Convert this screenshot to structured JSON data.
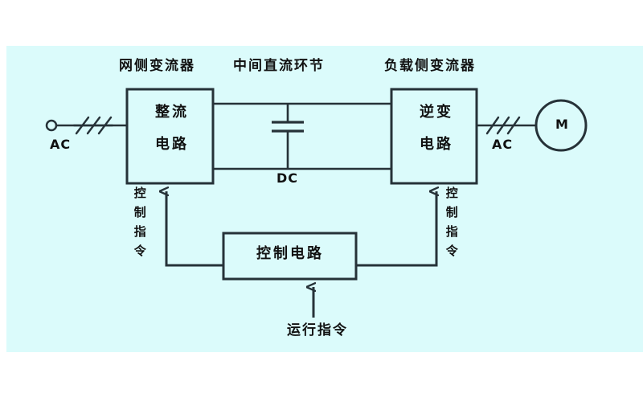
{
  "diagram": {
    "title_row": {
      "grid_side_converter": "网侧变流器",
      "dc_link": "中间直流环节",
      "load_side_converter": "负载侧变流器"
    },
    "blocks": {
      "rectifier_line1": "整流",
      "rectifier_line2": "电路",
      "inverter_line1": "逆变",
      "inverter_line2": "电路",
      "control_circuit": "控制电路"
    },
    "labels": {
      "ac_input": "AC",
      "ac_output": "AC",
      "dc_link_label": "DC",
      "motor": "M",
      "control_command_left": "控制指令",
      "control_command_right": "控制指令",
      "run_command": "运行指令"
    },
    "colors": {
      "background": "#dbfbfb",
      "page": "#ffffff",
      "stroke": "#263238",
      "text": "#111111"
    }
  }
}
